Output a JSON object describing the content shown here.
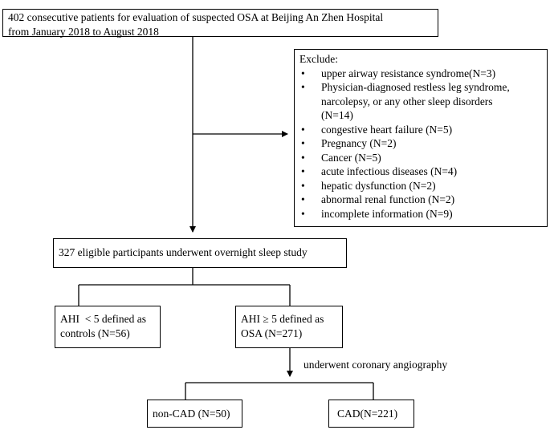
{
  "top_box": {
    "line1": "402 consecutive patients for evaluation of suspected OSA at Beijing An Zhen Hospital",
    "line2": "from January 2018 to August 2018"
  },
  "exclude_box": {
    "title": "Exclude:",
    "bullet": "•",
    "items": [
      {
        "lines": [
          "upper airway resistance syndrome(N=3)"
        ]
      },
      {
        "lines": [
          "Physician-diagnosed restless leg syndrome,",
          "narcolepsy, or any other sleep disorders",
          "(N=14)"
        ]
      },
      {
        "lines": [
          "congestive heart failure (N=5)"
        ]
      },
      {
        "lines": [
          "Pregnancy (N=2)"
        ]
      },
      {
        "lines": [
          "Cancer (N=5)"
        ]
      },
      {
        "lines": [
          "acute infectious diseases (N=4)"
        ]
      },
      {
        "lines": [
          "hepatic dysfunction (N=2)"
        ]
      },
      {
        "lines": [
          "abnormal renal function (N=2)"
        ]
      },
      {
        "lines": [
          "incomplete information (N=9)"
        ]
      }
    ]
  },
  "eligible_box": {
    "text": "327 eligible participants underwent overnight sleep study"
  },
  "controls_box": {
    "line1": "AHI  < 5 defined as",
    "line2": "controls (N=56)"
  },
  "osa_box": {
    "line1": "AHI ≥ 5 defined as",
    "line2": "OSA (N=271)"
  },
  "angiography_label": "underwent coronary angiography",
  "noncad_box": {
    "text": "non-CAD (N=50)"
  },
  "cad_box": {
    "text": "CAD(N=221)"
  }
}
